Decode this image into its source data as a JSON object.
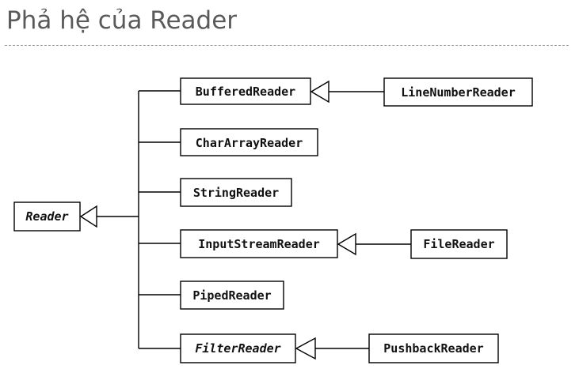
{
  "slide": {
    "title": "Phả hệ của Reader"
  },
  "diagram": {
    "root": {
      "label": "Reader",
      "abstract": true
    },
    "children": [
      {
        "label": "BufferedReader",
        "abstract": false,
        "subclass": {
          "label": "LineNumberReader",
          "abstract": false
        }
      },
      {
        "label": "CharArrayReader",
        "abstract": false
      },
      {
        "label": "StringReader",
        "abstract": false
      },
      {
        "label": "InputStreamReader",
        "abstract": false,
        "subclass": {
          "label": "FileReader",
          "abstract": false
        }
      },
      {
        "label": "PipedReader",
        "abstract": false
      },
      {
        "label": "FilterReader",
        "abstract": true,
        "subclass": {
          "label": "PushbackReader",
          "abstract": false
        }
      }
    ]
  }
}
